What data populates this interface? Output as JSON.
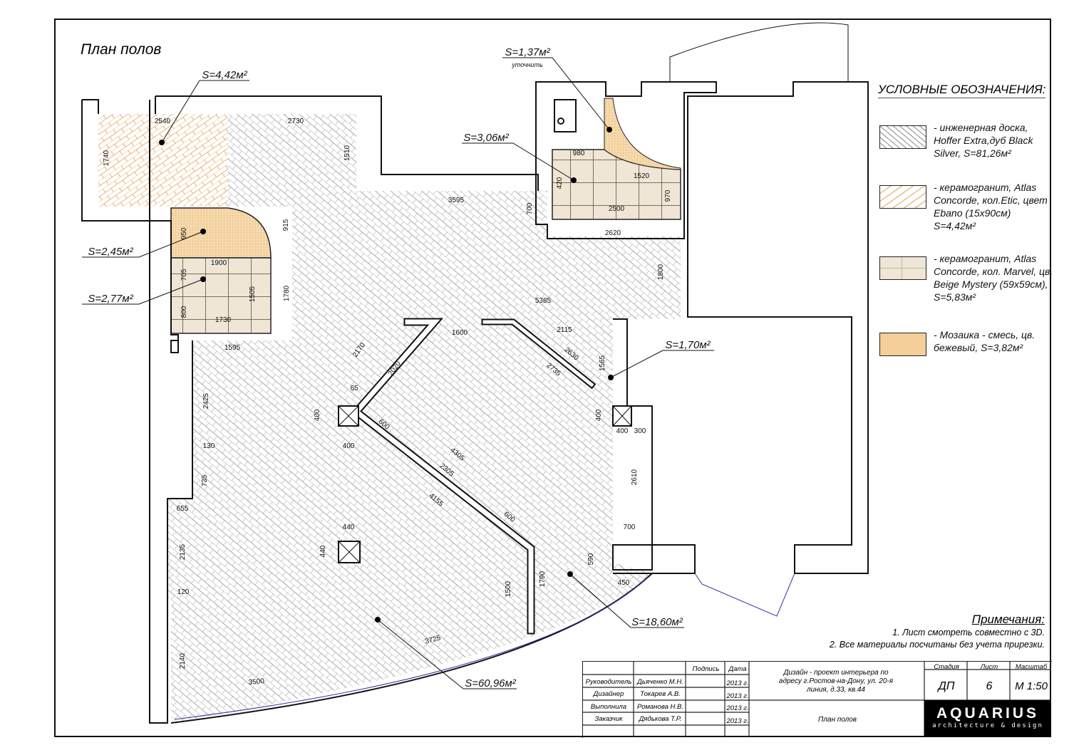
{
  "title": "План полов",
  "legend": {
    "title": "УСЛОВНЫЕ ОБОЗНАЧЕНИЯ:",
    "items": [
      {
        "text": "- инженерная доска, Hoffer Extra,дуб Black Silver, S=81,26м²",
        "pattern": "parquet-hatch"
      },
      {
        "text": "- керамогранит, Atlas Concorde, кол.Etic, цвет Ebano (15x90см) S=4,42м²",
        "pattern": "orange-plank-hatch"
      },
      {
        "text": "- керамогранит, Atlas Concorde, кол. Marvel, цв. Beige Mystery (59x59см), S=5,83м²",
        "pattern": "beige-tile"
      },
      {
        "text": "- Мозаика - смесь, цв. бежевый, S=3,82м²",
        "pattern": "mosaic"
      }
    ]
  },
  "areas": [
    {
      "label": "S=4,42м²"
    },
    {
      "label": "S=1,37м²",
      "note": "уточнить"
    },
    {
      "label": "S=3,06м²"
    },
    {
      "label": "S=2,45м²"
    },
    {
      "label": "S=2,77м²"
    },
    {
      "label": "S=1,70м²"
    },
    {
      "label": "S=18,60м²"
    },
    {
      "label": "S=60,96м²"
    }
  ],
  "dimensions": [
    "2540",
    "2730",
    "1740",
    "1510",
    "3595",
    "700",
    "980",
    "420",
    "1520",
    "970",
    "2500",
    "2620",
    "915",
    "950",
    "1900",
    "705",
    "1505",
    "1780",
    "800",
    "1730",
    "1800",
    "5385",
    "1600",
    "2115",
    "1595",
    "2170",
    "2020",
    "2630",
    "2735",
    "1565",
    "65",
    "2425",
    "400",
    "400",
    "400",
    "300",
    "400",
    "600",
    "4305",
    "2305",
    "130",
    "2610",
    "735",
    "655",
    "4155",
    "600",
    "700",
    "440",
    "440",
    "2135",
    "590",
    "1790",
    "450",
    "1500",
    "120",
    "3725",
    "2140",
    "3500"
  ],
  "notes": {
    "title": "Примечания:",
    "lines": [
      "1. Лист смотреть совместно с 3D.",
      "2. Все материалы посчитаны без учета прирезки."
    ]
  },
  "title_block": {
    "col_signature": "Подпись",
    "col_date": "Дата",
    "rows": [
      {
        "role": "Руководитель",
        "name": "Дьяченко М.Н.",
        "date": "2013 г."
      },
      {
        "role": "Дизайнер",
        "name": "Токарев А.В.",
        "date": "2013 г."
      },
      {
        "role": "Выполнила",
        "name": "Романова Н.В.",
        "date": "2013 г."
      },
      {
        "role": "Заказчик",
        "name": "Дядькова Т.Р.",
        "date": "2013 г."
      }
    ],
    "project": "Дизайн - проект интерьера по адресу г.Ростов-на-Дону, ул. 20-я линия, д.33, кв.44",
    "sheet_name": "План полов",
    "stage_label": "Стадия",
    "stage": "ДП",
    "sheet_label": "Лист",
    "sheet": "6",
    "scale_label": "Масштаб",
    "scale": "М 1:50",
    "logo": "AQUARIUS",
    "logo_sub": "architecture & design"
  },
  "colors": {
    "wall": "#111111",
    "hatch": "#777777",
    "orange": "#e0a050",
    "beige": "#efe6d6",
    "window": "#3333aa"
  }
}
